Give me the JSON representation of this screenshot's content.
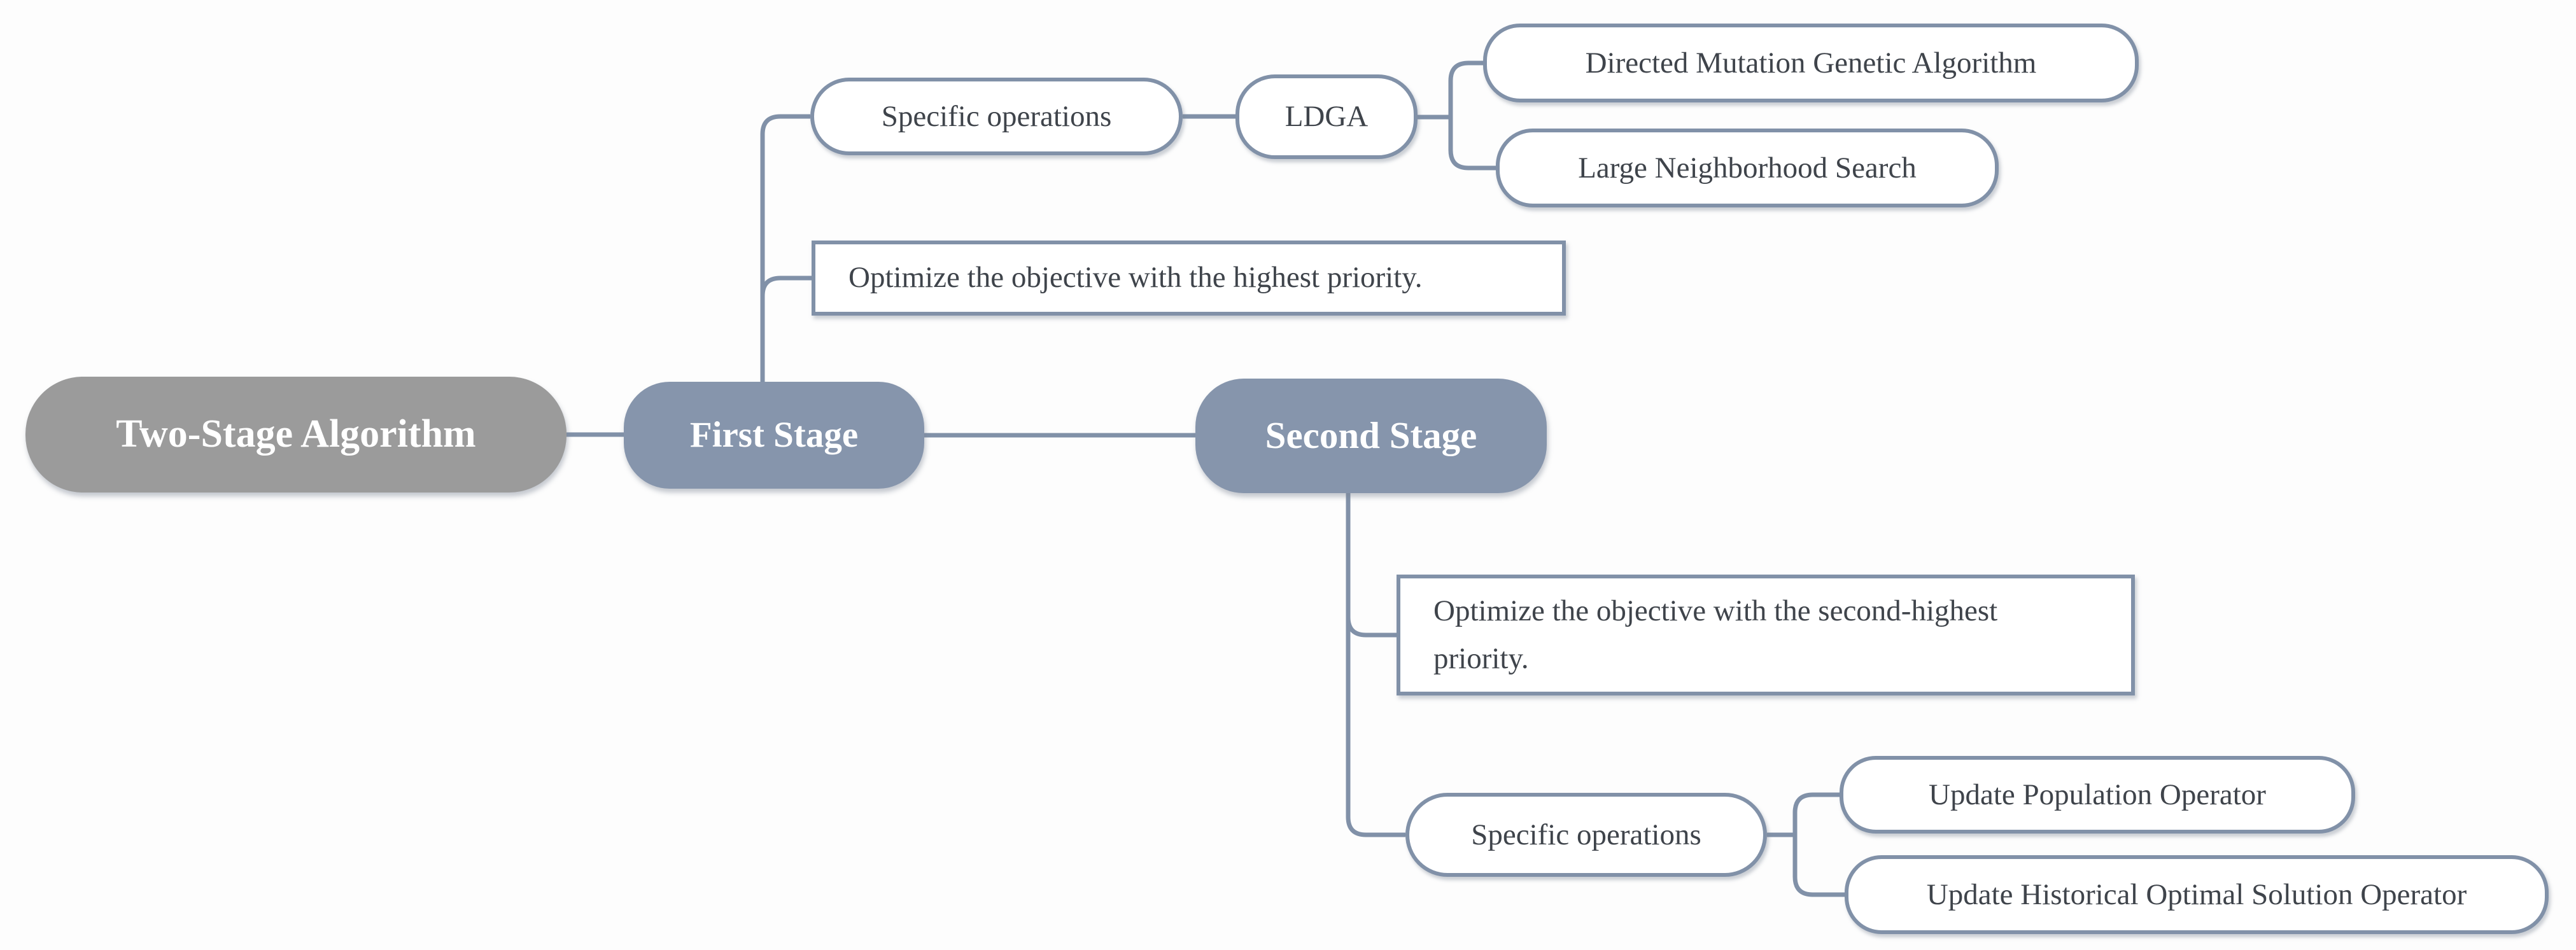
{
  "diagram": {
    "background": "#fdfdfd",
    "colors": {
      "root_fill": "#9b9b9b",
      "stage_fill": "#8695ac",
      "connector": "#8191a8",
      "node_border": "#8191a8",
      "node_text": "#3f444b",
      "stage_text": "#ffffff"
    },
    "root": {
      "label": "Two-Stage Algorithm"
    },
    "first_stage": {
      "label": "First Stage",
      "objective": "Optimize the objective with the highest priority.",
      "specific_operations": {
        "label": "Specific operations",
        "method": "LDGA",
        "operators": [
          "Directed Mutation Genetic Algorithm",
          "Large Neighborhood Search"
        ]
      }
    },
    "second_stage": {
      "label": "Second Stage",
      "objective": "Optimize the objective with the second-highest priority.",
      "specific_operations": {
        "label": "Specific operations",
        "operators": [
          "Update Population Operator",
          "Update Historical Optimal Solution Operator"
        ]
      }
    }
  }
}
